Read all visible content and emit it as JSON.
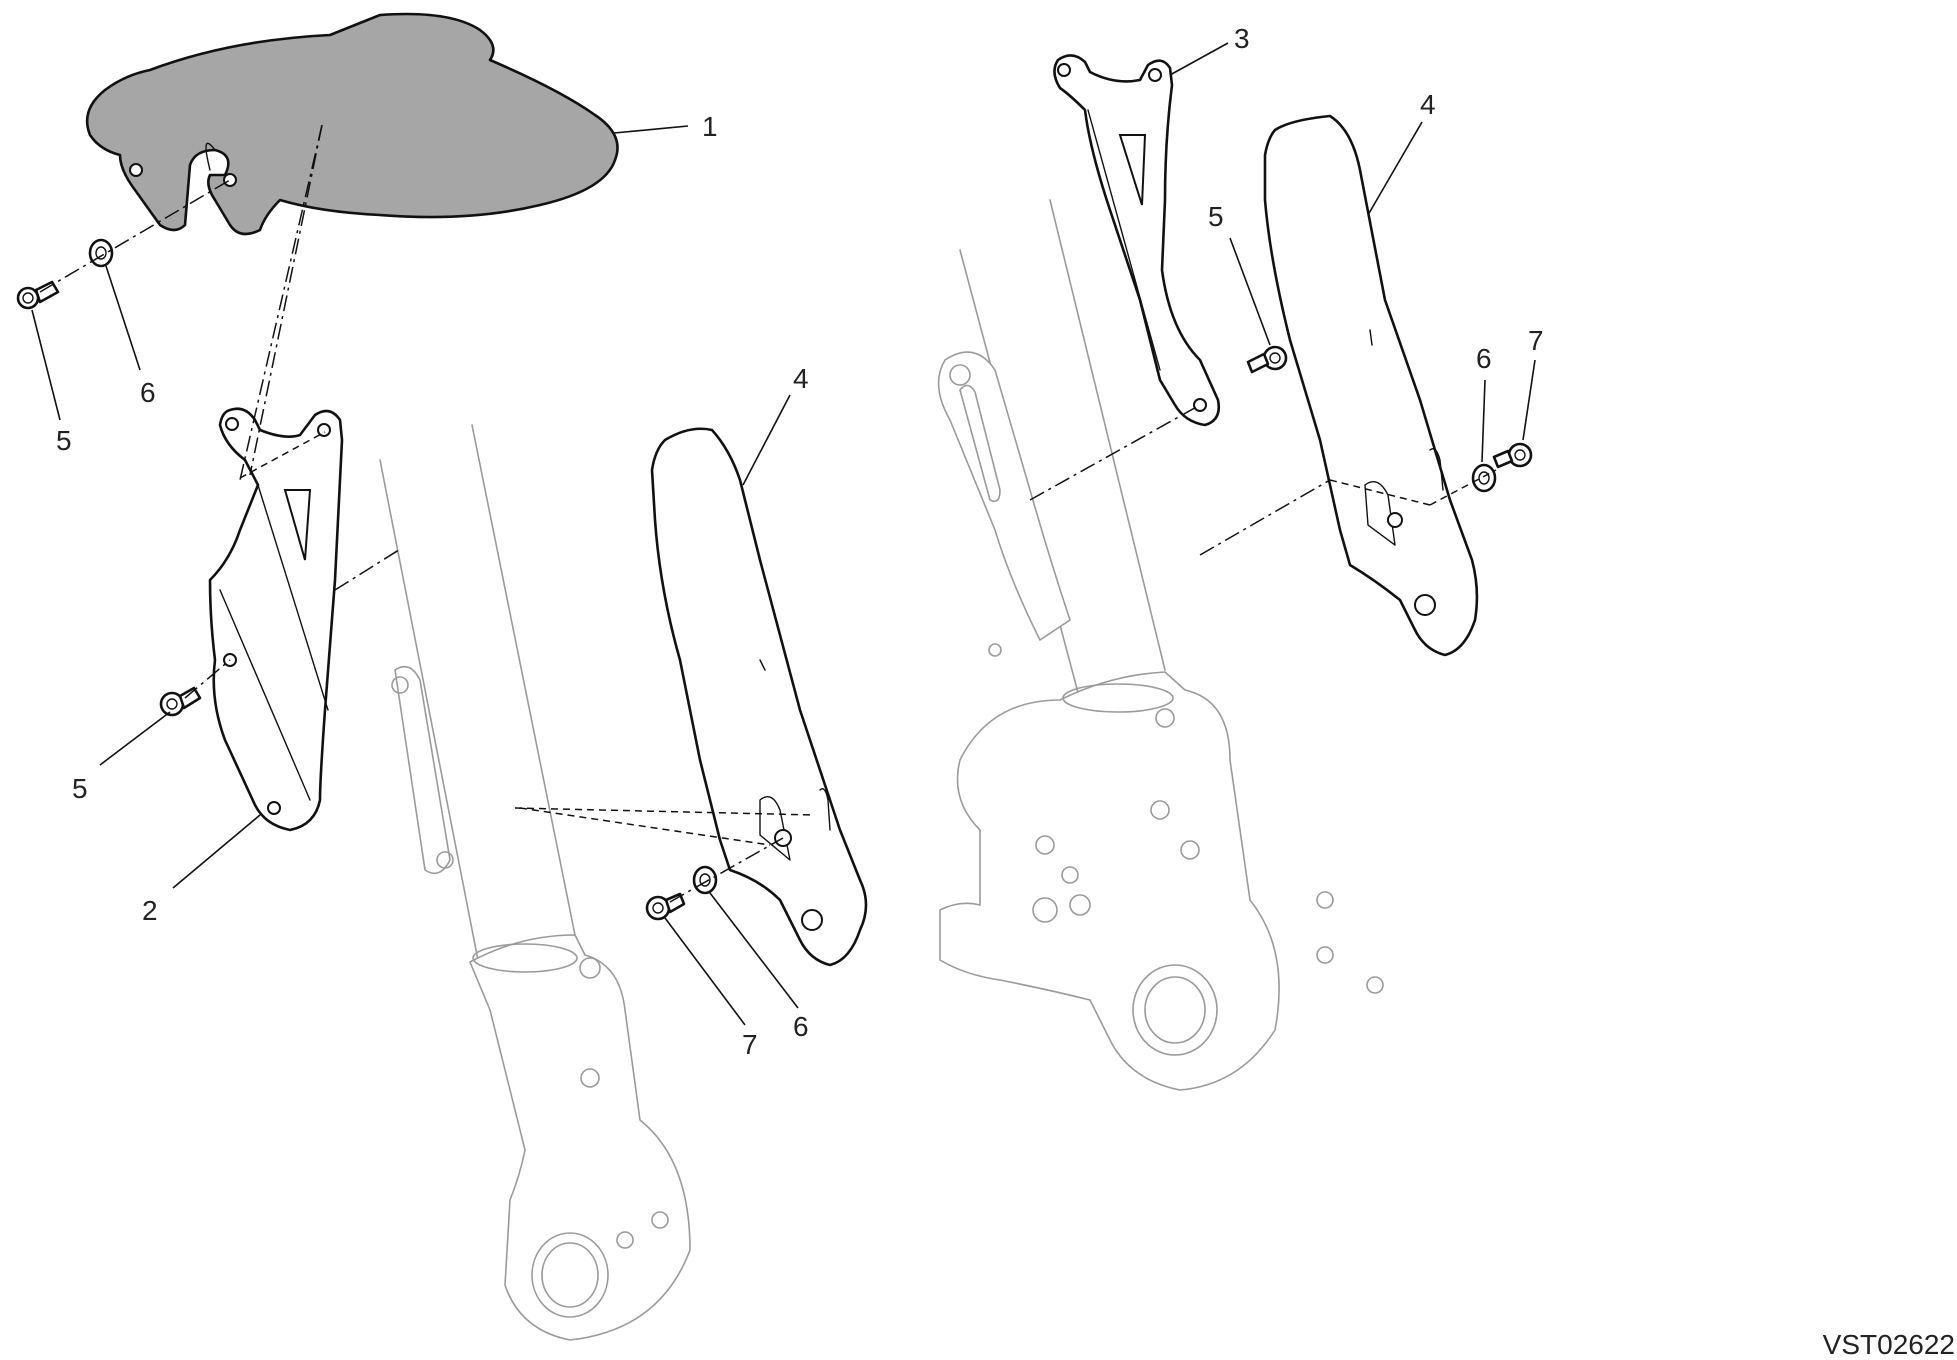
{
  "callouts": {
    "left_fender": "1",
    "left_bracket": "2",
    "left_guard": "4",
    "left_screw_top": "5",
    "left_washer_top": "6",
    "left_screw_bracket": "5",
    "left_screw_guard": "7",
    "left_washer_guard": "6",
    "right_bracket": "3",
    "right_guard": "4",
    "right_screw": "5",
    "right_washer": "6",
    "right_screw_guard": "7"
  },
  "reference_code": "VST02622"
}
